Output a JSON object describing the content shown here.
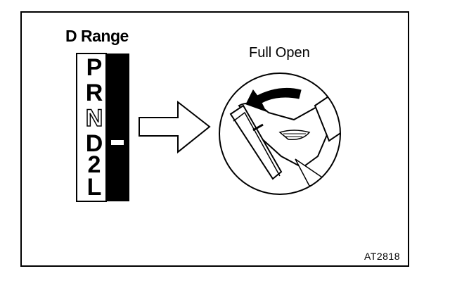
{
  "left_panel": {
    "title": "D Range",
    "gears": [
      "P",
      "R",
      "N",
      "D",
      "2",
      "L"
    ],
    "selected_gear": "D"
  },
  "right_panel": {
    "title": "Full Open"
  },
  "figure_code": "AT2818"
}
